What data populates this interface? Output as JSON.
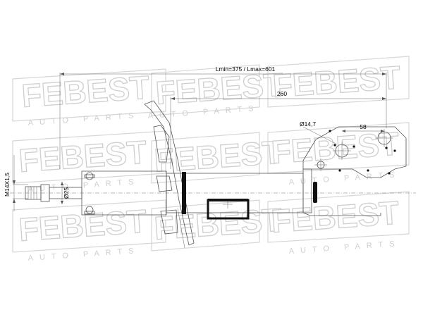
{
  "watermark": {
    "brand": "FEBEST",
    "tagline": "AUTO PARTS"
  },
  "dimensions": {
    "length": "Lmin=375 / Lmax=601",
    "body_length": "260",
    "thread": "M14X1,5",
    "rod_diameter": "Ø25",
    "hole_diameter": "Ø14,7",
    "hole_spacing": "58"
  },
  "colors": {
    "line": "#555555",
    "watermark": "#d9d9d9",
    "ink": "#000000"
  }
}
